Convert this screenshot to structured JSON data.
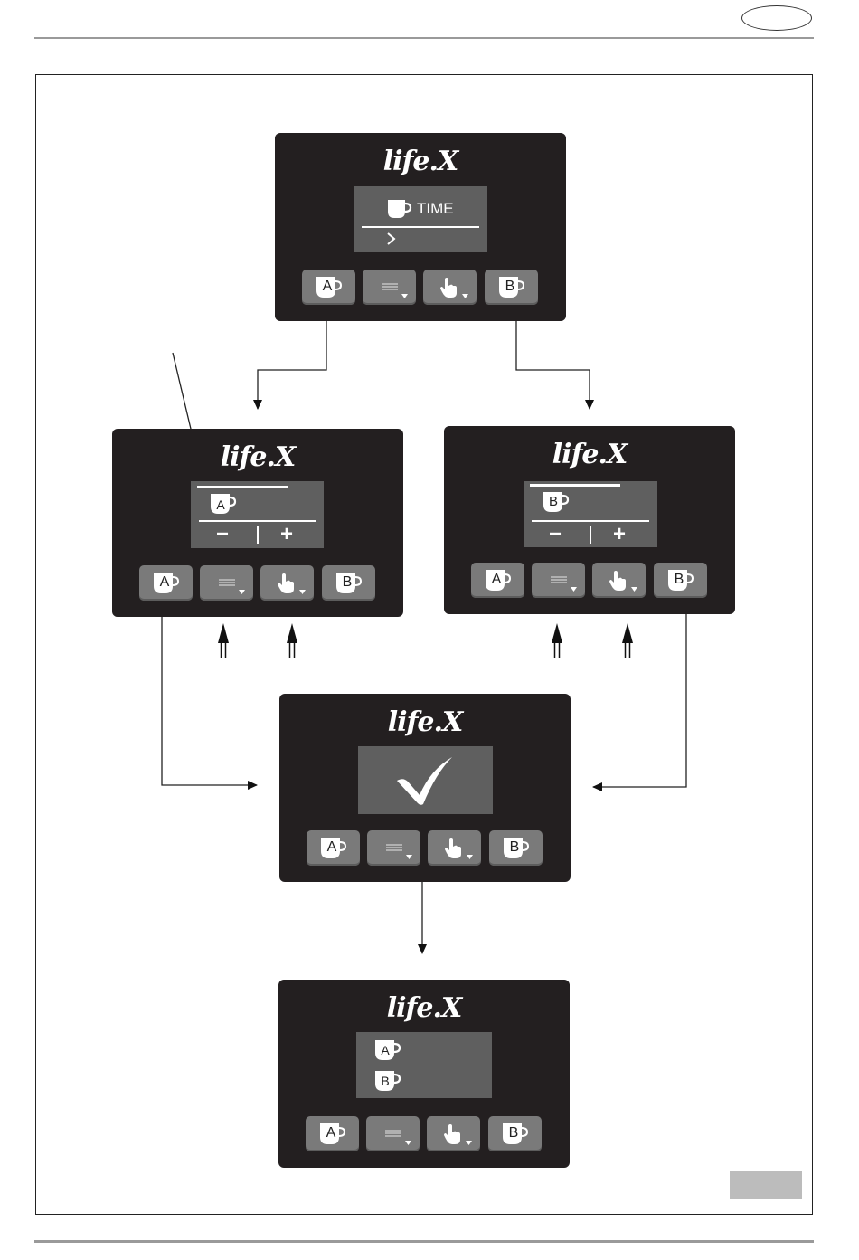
{
  "header": {
    "page_label": ""
  },
  "panel_logo": "life.X",
  "panels": {
    "start": {
      "screen_text": "TIME"
    },
    "cup_a": {
      "cup_letter": "A",
      "minus": "−",
      "plus": "+"
    },
    "cup_b": {
      "cup_letter": "B",
      "minus": "−",
      "plus": "+"
    },
    "confirm": {},
    "final": {
      "line1_letter": "A",
      "line2_letter": "B"
    }
  },
  "buttons": {
    "left_cup_letter": "A",
    "right_cup_letter": "B"
  },
  "colors": {
    "panel": "#231f20",
    "screen": "#5f5f5f",
    "button": "#7a7a7a"
  }
}
